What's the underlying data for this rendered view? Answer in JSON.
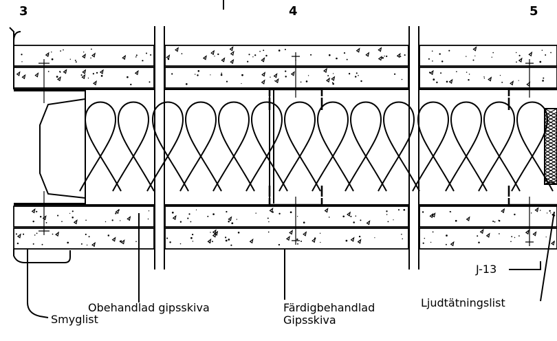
{
  "details": {
    "d3": "3",
    "d4": "4",
    "d5": "5"
  },
  "labels": {
    "obehandlad": "Obehandlad gipsskiva",
    "smyglist": "Smyglist",
    "fardig_line1": "Färdigbehandlad",
    "fardig_line2": "Gipsskiva",
    "ljud": "Ljudtätningslist",
    "j13": "J-13"
  }
}
